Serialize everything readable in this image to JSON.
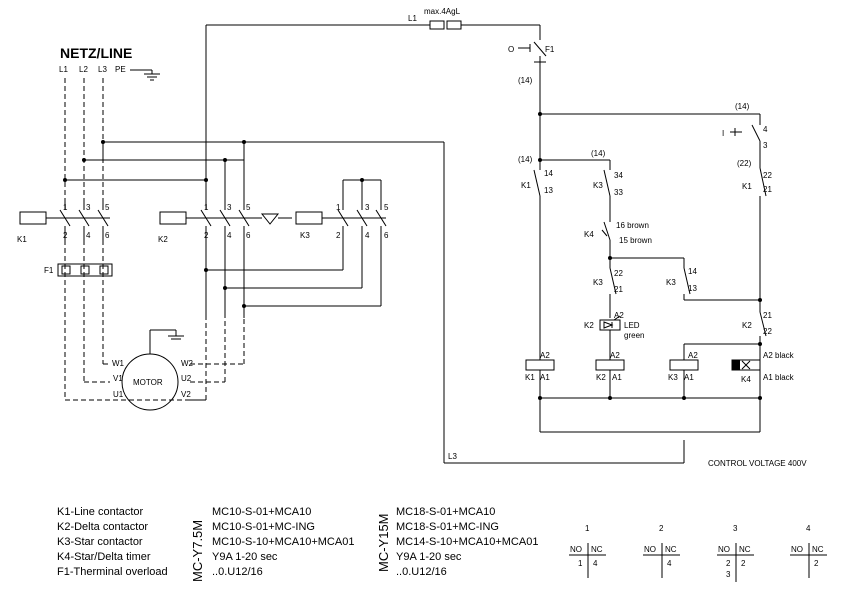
{
  "title": "NETZ/LINE",
  "lines": {
    "l1": "L1",
    "l2": "L2",
    "l3": "L3",
    "pe": "PE"
  },
  "fuse_label": "max.4AgL",
  "wire_refs": {
    "r14": "(14)",
    "r22": "(22)"
  },
  "devices": {
    "k1": "K1",
    "k2": "K2",
    "k3": "K3",
    "k4": "K4",
    "f1": "F1",
    "o": "O",
    "i": "I"
  },
  "terminals": {
    "t1": "1",
    "t2": "2",
    "t3": "3",
    "t4": "4",
    "t5": "5",
    "t6": "6",
    "t13": "13",
    "t14": "14",
    "t21": "21",
    "t22": "22",
    "t33": "33",
    "t34": "34",
    "a1": "A1",
    "a2": "A2"
  },
  "timer_pins": {
    "p16": "16 brown",
    "p15": "15 brown"
  },
  "led": {
    "label": "LED",
    "color": "green"
  },
  "coil_wires": {
    "k4_a2": "A2 black",
    "k4_a1": "A1 black"
  },
  "motor": {
    "label": "MOTOR",
    "w1": "W1",
    "v1": "V1",
    "u1": "U1",
    "w2": "W2",
    "u2": "U2",
    "v2": "V2"
  },
  "control_voltage": "CONTROL VOLTAGE 400V",
  "legend": [
    "K1-Line contactor",
    "K2-Delta contactor",
    "K3-Star contactor",
    "K4-Star/Delta timer",
    "F1-Therminal overload"
  ],
  "models": [
    {
      "name": "MC-Y7.5M",
      "items": [
        "MC10-S-01+MCA10",
        "MC10-S-01+MC-ING",
        "MC10-S-10+MCA10+MCA01",
        "Y9A 1-20 sec",
        "..0.U12/16"
      ]
    },
    {
      "name": "MC-Y15M",
      "items": [
        "MC18-S-01+MCA10",
        "MC18-S-01+MC-ING",
        "MC14-S-10+MCA10+MCA01",
        "Y9A 1-20 sec",
        "..0.U12/16"
      ]
    }
  ],
  "contact_tables": [
    {
      "num": "1",
      "no": "NO",
      "nc": "NC",
      "left": [
        "1"
      ],
      "right": [
        "4"
      ]
    },
    {
      "num": "2",
      "no": "NO",
      "nc": "NC",
      "left": [
        ""
      ],
      "right": [
        "4"
      ]
    },
    {
      "num": "3",
      "no": "NO",
      "nc": "NC",
      "left": [
        "2",
        "3"
      ],
      "right": [
        "2"
      ]
    },
    {
      "num": "4",
      "no": "NO",
      "nc": "NC",
      "left": [
        ""
      ],
      "right": [
        "2"
      ]
    }
  ]
}
